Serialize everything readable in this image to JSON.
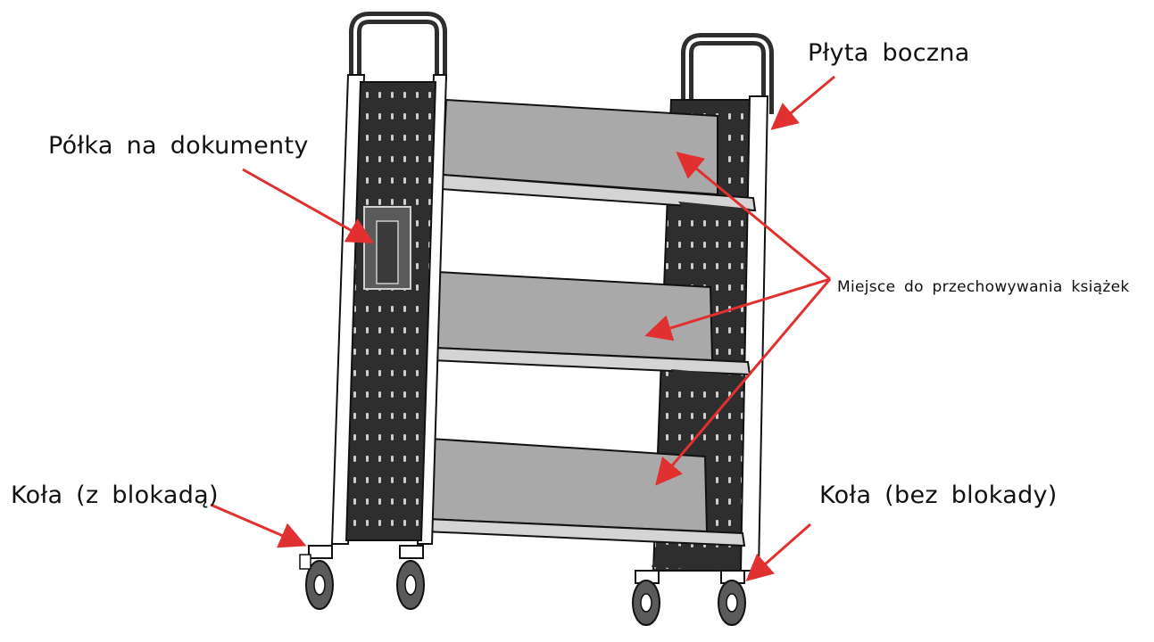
{
  "labels": {
    "side_panel": "Płyta  boczna",
    "document_shelf": "Półka  na  dokumenty",
    "book_storage": "Miejsce  do  przechowywania książek",
    "wheels_locking": "Koła  (z  blokadą)",
    "wheels_non_locking": "Koła  (bez  blokady)"
  },
  "colors": {
    "arrow": "#e0302f",
    "metal_dark": "#2e2e2e",
    "shelf": "#a9a9a9",
    "outline": "#111111"
  }
}
